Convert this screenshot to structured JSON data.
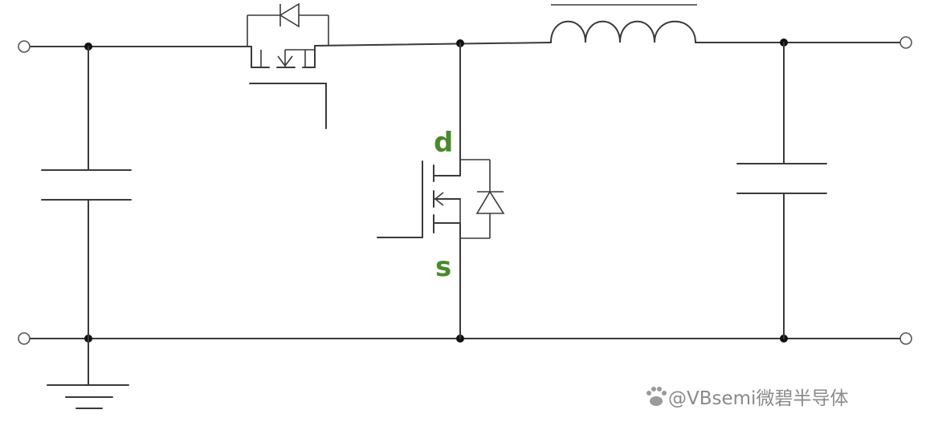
{
  "labels": {
    "drain": "d",
    "source": "s",
    "label_color": "#4a8a2c"
  },
  "watermark": {
    "text": "@VBsemi微碧半导体",
    "icon": "paw-icon"
  }
}
